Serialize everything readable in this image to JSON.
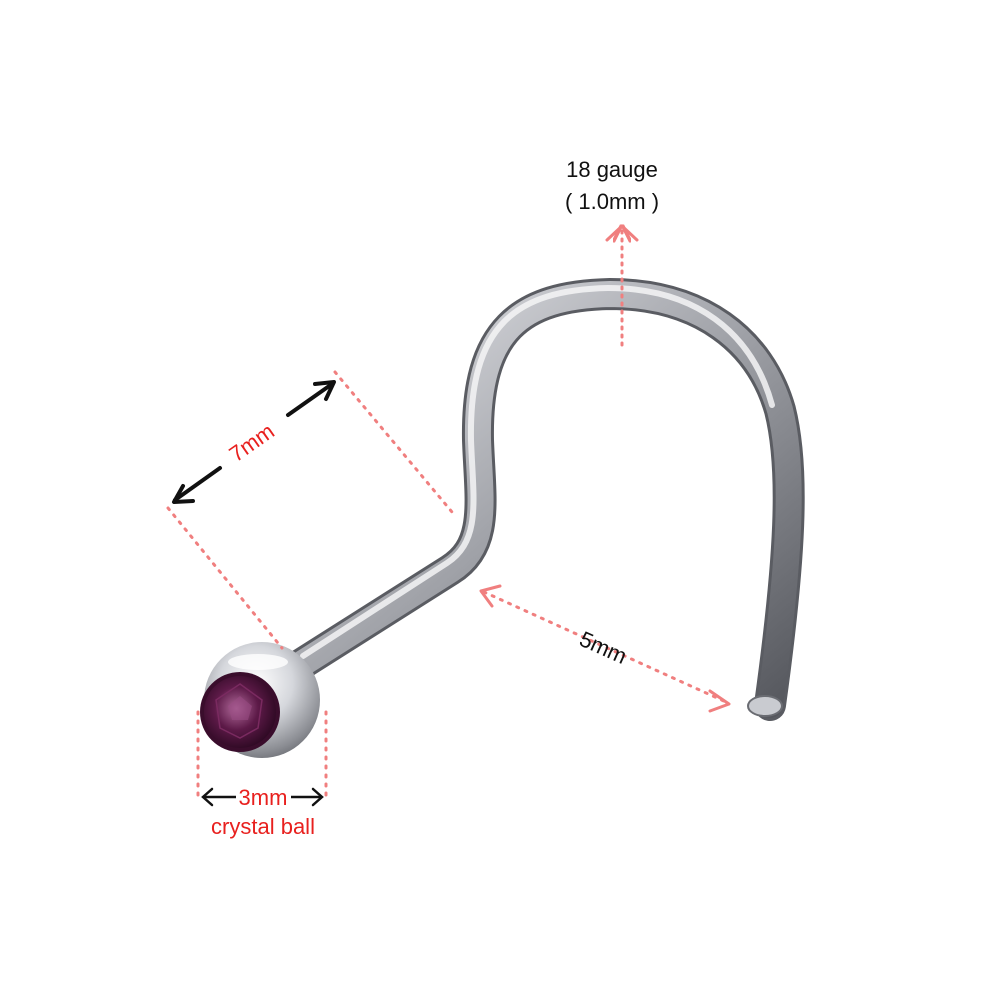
{
  "labels": {
    "gauge_line1": "18 gauge",
    "gauge_line2": "( 1.0mm )",
    "length_7mm": "7mm",
    "length_5mm": "5mm",
    "ball_size": "3mm",
    "ball_caption": "crystal ball"
  },
  "colors": {
    "dimension_dots": "#f07f7f",
    "red_text": "#e8201e",
    "black": "#111111",
    "metal_light": "#f4f4f6",
    "metal_mid": "#b9bbc0",
    "metal_dark": "#55575d",
    "gem": "#4a1238"
  }
}
